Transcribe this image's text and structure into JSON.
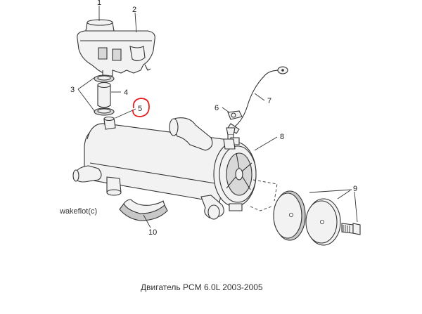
{
  "callouts": [
    {
      "id": "1",
      "label": "1"
    },
    {
      "id": "2",
      "label": "2"
    },
    {
      "id": "3",
      "label": "3"
    },
    {
      "id": "4",
      "label": "4"
    },
    {
      "id": "5",
      "label": "5"
    },
    {
      "id": "6",
      "label": "6"
    },
    {
      "id": "7",
      "label": "7"
    },
    {
      "id": "8",
      "label": "8"
    },
    {
      "id": "9",
      "label": "9"
    },
    {
      "id": "10",
      "label": "10"
    }
  ],
  "credit": "wakeflot(c)",
  "caption": "Двигатель PCM 6.0L 2003-2005",
  "colors": {
    "line": "#333333",
    "highlight": "#e31b1b",
    "part_fill": "#f2f2f2",
    "shade": "#c8c8c8"
  }
}
